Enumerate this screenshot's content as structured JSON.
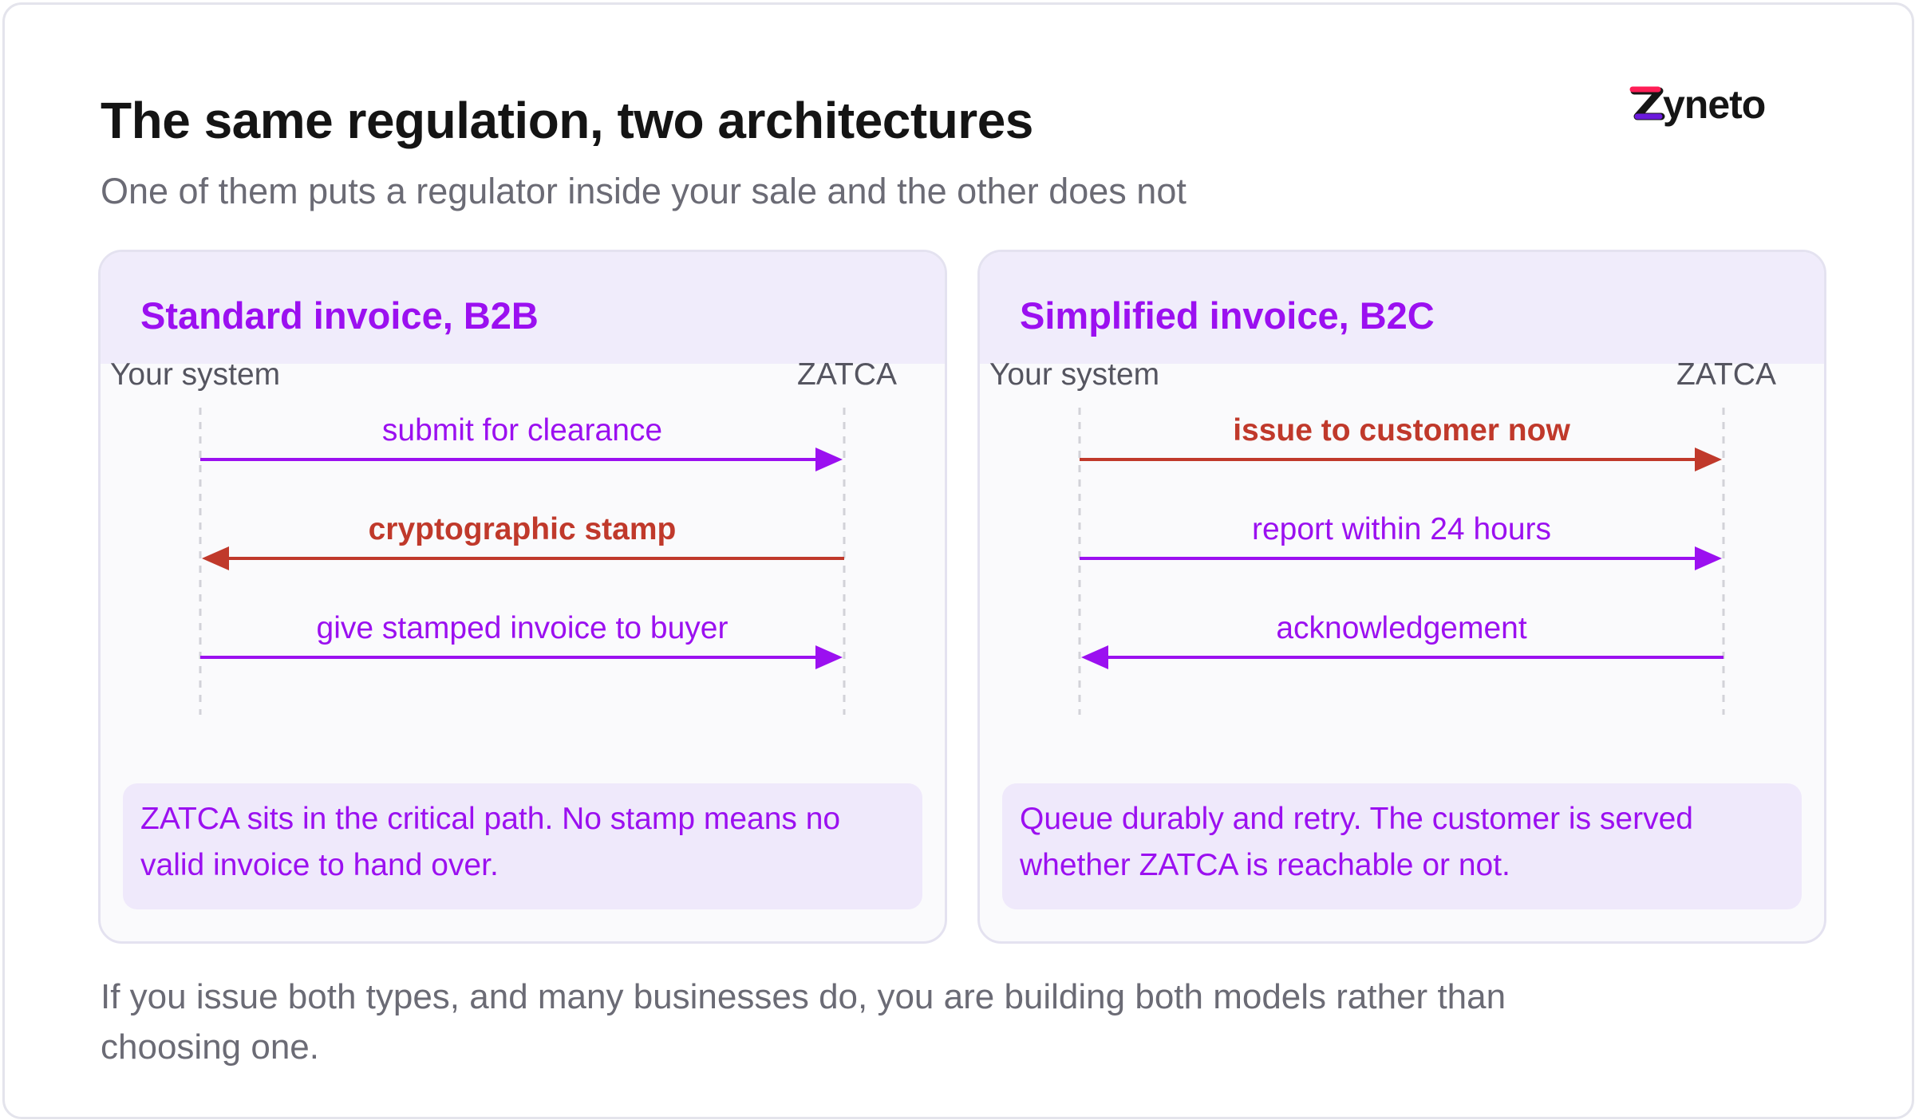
{
  "header": {
    "title": "The same regulation, two architectures",
    "subtitle": "One of them puts a regulator inside your sale and the other does not",
    "logo_text": "zyneto"
  },
  "colors": {
    "purple": "#9b10f0",
    "red": "#c0392b",
    "text": "#141414",
    "muted": "#6b6b75"
  },
  "panels": [
    {
      "title": "Standard invoice, B2B",
      "left_actor": "Your system",
      "right_actor": "ZATCA",
      "messages": [
        {
          "label": "submit for clearance",
          "direction": "right",
          "emphasis": false
        },
        {
          "label": "cryptographic stamp",
          "direction": "left",
          "emphasis": true
        },
        {
          "label": "give stamped invoice to buyer",
          "direction": "right",
          "emphasis": false
        }
      ],
      "note": "ZATCA sits in the critical path. No stamp means no valid invoice to hand over."
    },
    {
      "title": "Simplified invoice, B2C",
      "left_actor": "Your system",
      "right_actor": "ZATCA",
      "messages": [
        {
          "label": "issue to customer now",
          "direction": "right",
          "emphasis": true
        },
        {
          "label": "report within 24 hours",
          "direction": "right",
          "emphasis": false
        },
        {
          "label": "acknowledgement",
          "direction": "left",
          "emphasis": false
        }
      ],
      "note": "Queue durably and retry. The customer is served whether ZATCA is reachable or not."
    }
  ],
  "footer": "If you issue both types, and many businesses do, you are building both models rather than choosing one."
}
